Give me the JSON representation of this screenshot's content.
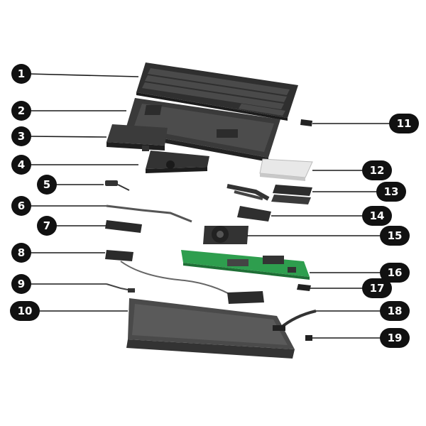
{
  "callouts": [
    {
      "id": "c1",
      "label": "1"
    },
    {
      "id": "c2",
      "label": "2"
    },
    {
      "id": "c3",
      "label": "3"
    },
    {
      "id": "c4",
      "label": "4"
    },
    {
      "id": "c5",
      "label": "5"
    },
    {
      "id": "c6",
      "label": "6"
    },
    {
      "id": "c7",
      "label": "7"
    },
    {
      "id": "c8",
      "label": "8"
    },
    {
      "id": "c9",
      "label": "9"
    },
    {
      "id": "c10",
      "label": "10"
    },
    {
      "id": "c11",
      "label": "11"
    },
    {
      "id": "c12",
      "label": "12"
    },
    {
      "id": "c13",
      "label": "13"
    },
    {
      "id": "c14",
      "label": "14"
    },
    {
      "id": "c15",
      "label": "15"
    },
    {
      "id": "c16",
      "label": "16"
    },
    {
      "id": "c17",
      "label": "17"
    },
    {
      "id": "c18",
      "label": "18"
    },
    {
      "id": "c19",
      "label": "19"
    }
  ],
  "colors": {
    "badge": "#111111",
    "board": "#2e9e4e",
    "part_dark": "#2b2b2b",
    "part_mid": "#555555",
    "part_light": "#e6e6e6"
  }
}
